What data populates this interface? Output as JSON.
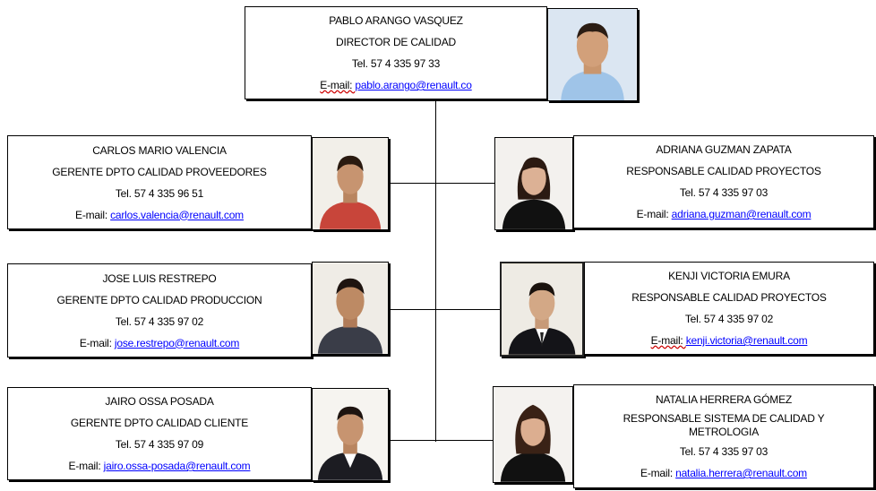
{
  "director": {
    "name": "PABLO ARANGO VASQUEZ",
    "title": "DIRECTOR DE CALIDAD",
    "tel": "Tel. 57 4 335 97 33",
    "email_label": "E-mail: ",
    "email": "pablo.arango@renault.co",
    "photo": "portrait-man-blue-shirt"
  },
  "left": [
    {
      "name": "CARLOS MARIO VALENCIA",
      "title": "GERENTE DPTO CALIDAD PROVEEDORES",
      "tel": "Tel. 57 4 335 96 51",
      "email_label": "E-mail: ",
      "email": "carlos.valencia@renault.com",
      "photo": "portrait-man-red-shirt"
    },
    {
      "name": "JOSE LUIS RESTREPO",
      "title": "GERENTE DPTO CALIDAD PRODUCCION",
      "tel": "Tel. 57 4 335 97 02",
      "email_label": "E-mail: ",
      "email": "jose.restrepo@renault.com",
      "photo": "portrait-man-dark-shirt"
    },
    {
      "name": "JAIRO OSSA POSADA",
      "title": "GERENTE DPTO CALIDAD CLIENTE",
      "tel": "Tel. 57 4 335  97 09",
      "email_label": "E-mail: ",
      "email": "jairo.ossa-posada@renault.com",
      "photo": "portrait-man-suit"
    }
  ],
  "right": [
    {
      "name": "ADRIANA GUZMAN ZAPATA",
      "title": "RESPONSABLE CALIDAD PROYECTOS",
      "tel": "Tel. 57 4 335 97 03",
      "email_label": "E-mail: ",
      "email": "adriana.guzman@renault.com",
      "photo": "portrait-woman-black-top"
    },
    {
      "name": "KENJI VICTORIA EMURA",
      "title": "RESPONSABLE CALIDAD PROYECTOS",
      "tel": "Tel. 57 4 335 97 02",
      "email_label": "E-mail: ",
      "email": "kenji.victoria@renault.com",
      "photo": "portrait-man-suit-tie"
    },
    {
      "name": "NATALIA HERRERA GÓMEZ",
      "title": "RESPONSABLE SISTEMA DE CALIDAD Y METROLOGIA",
      "tel": "Tel. 57 4 335 97 03",
      "email_label": "E-mail: ",
      "email": "natalia.herrera@renault.com",
      "photo": "portrait-woman-black-top"
    }
  ],
  "colors": {
    "link": "#0000ff",
    "line": "#000000",
    "squiggle": "#cc0000"
  }
}
